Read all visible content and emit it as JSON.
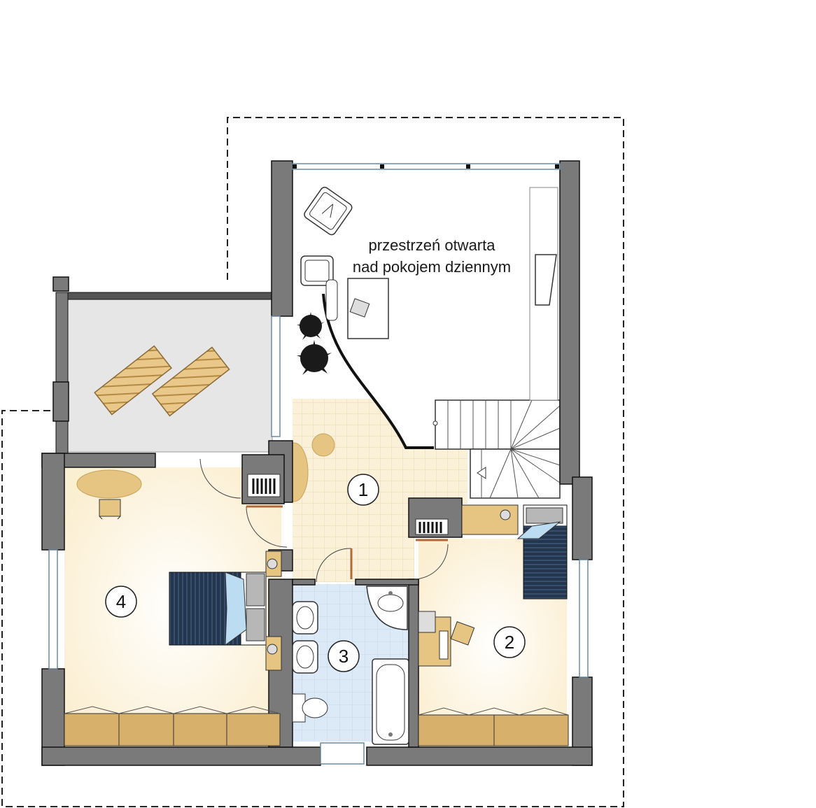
{
  "annotation": {
    "line1": "przestrzeń otwarta",
    "line2": "nad pokojem dziennym"
  },
  "rooms": [
    {
      "id": "1",
      "label": "1"
    },
    {
      "id": "2",
      "label": "2"
    },
    {
      "id": "3",
      "label": "3"
    },
    {
      "id": "4",
      "label": "4"
    }
  ],
  "colors": {
    "wall": "#7a7a7a",
    "wall_stroke": "#1a1a1a",
    "hall_floor": "#fbf2dc",
    "bedroom_floor": "#fdf6e6",
    "bathroom_floor": "#dbe9f6",
    "terrace": "#e6e6e6",
    "wood": "#d9b372",
    "bed_dark": "#24364d",
    "glass": "#b9e1f5"
  },
  "icons": [
    "bed-icon",
    "desk-icon",
    "chair-icon",
    "sink-icon",
    "toilet-icon",
    "bathtub-icon",
    "plant-icon",
    "armchair-icon",
    "sunbed-icon",
    "stairs-icon",
    "wardrobe-icon",
    "radiator-icon",
    "door-icon",
    "window-icon"
  ]
}
